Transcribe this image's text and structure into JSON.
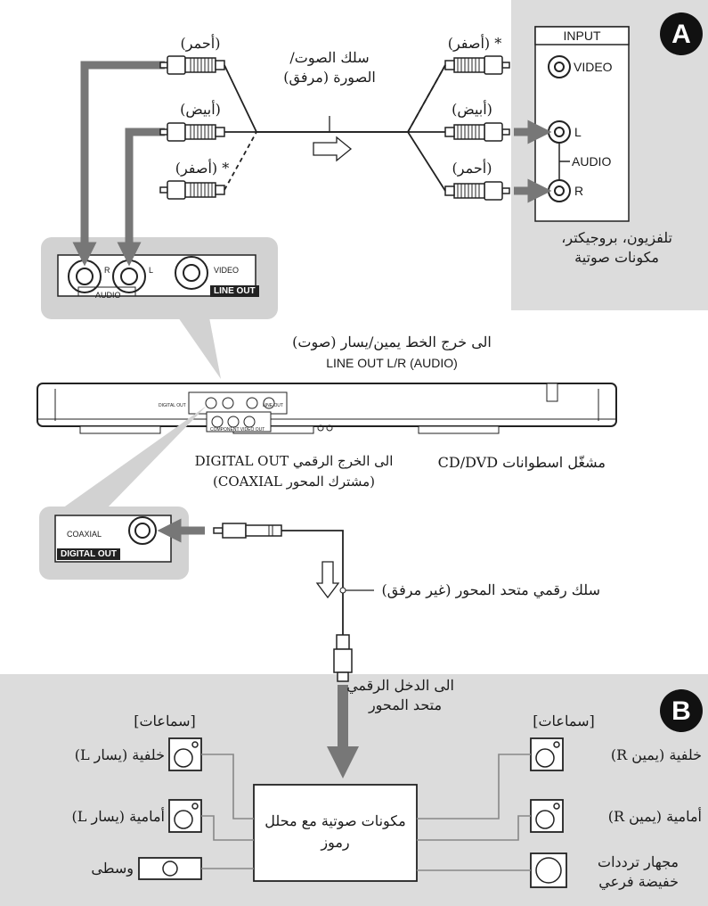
{
  "section_a": {
    "badge": "A",
    "tv": {
      "input_header": "INPUT",
      "video": "VIDEO",
      "l": "L",
      "audio": "AUDIO",
      "r": "R",
      "caption_line1": "تلفزيون، بروجيكتر،",
      "caption_line2": "مكونات صوتية"
    },
    "cable_label_line1": "سلك الصوت/",
    "cable_label_line2": "الصورة (مرفق)",
    "left_plugs": [
      "(أحمر)",
      "(أبيض)",
      "* (أصفر)"
    ],
    "right_plugs": [
      "* (أصفر)",
      "(أبيض)",
      "(أحمر)"
    ]
  },
  "player_panel": {
    "r": "R",
    "l": "L",
    "video": "VIDEO",
    "audio": "AUDIO",
    "line_out": "LINE OUT"
  },
  "line_out_label_ar": "الى خرج الخط يمين/يسار (صوت)",
  "line_out_label_en": "LINE OUT L/R (AUDIO)",
  "player": {
    "caption": "مشغّل اسطوانات CD/DVD",
    "panel_digital": "DIGITAL OUT",
    "panel_component": "COMPONENT VIDEO OUT",
    "panel_line": "LINE OUT"
  },
  "digital_out_label_line1": "الى الخرج الرقمي DIGITAL OUT",
  "digital_out_label_line2": "(مشترك المحور COAXIAL)",
  "coax_panel": {
    "coaxial": "COAXIAL",
    "digital_out": "DIGITAL OUT"
  },
  "coax_cable_label": "سلك رقمي متحد المحور (غير مرفق)",
  "section_b": {
    "badge": "B",
    "coax_input_line1": "الى الدخل الرقمي",
    "coax_input_line2": "متحد المحور",
    "speakers_header_left": "[سماعات]",
    "speakers_header_right": "[سماعات]",
    "receiver_line1": "مكونات صوتية مع محلل",
    "receiver_line2": "رموز",
    "left_speakers": [
      "خلفية (يسار L)",
      "أمامية (يسار L)",
      "وسطى"
    ],
    "right_speakers": [
      "خلفية (يمين R)",
      "أمامية (يمين R)"
    ],
    "subwoofer_line1": "مجهار ترددات",
    "subwoofer_line2": "خفيضة فرعي"
  }
}
